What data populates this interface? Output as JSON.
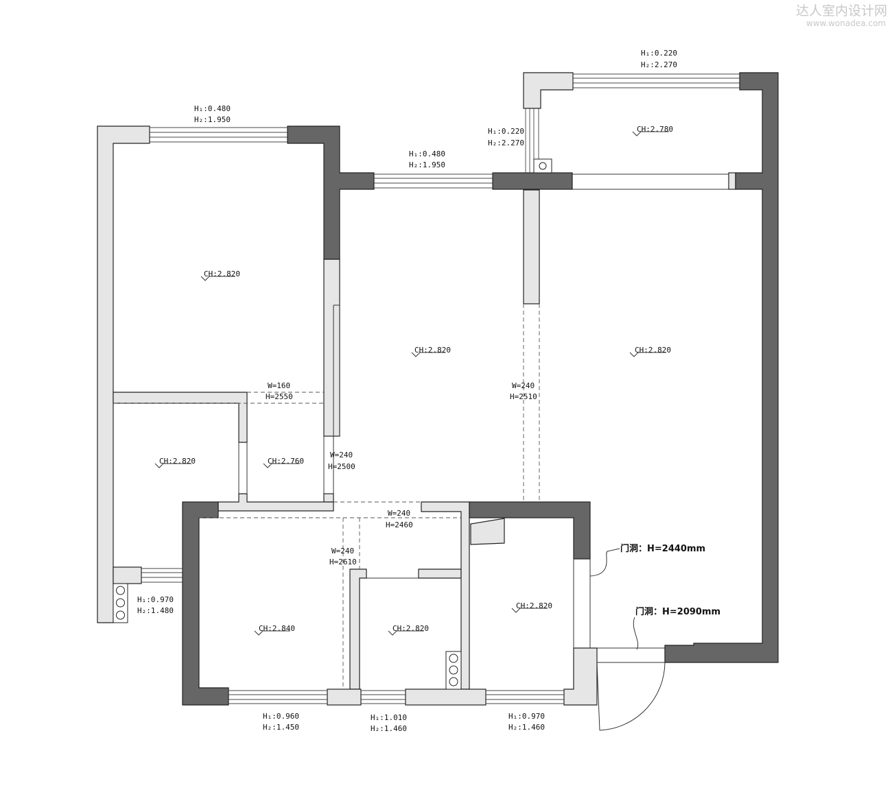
{
  "watermark": {
    "brand": "达人室内设计网",
    "url": "www.wonadea.com"
  },
  "colors": {
    "wall_dark": "#666666",
    "wall_light": "#e6e6e6",
    "line": "#222222"
  },
  "window_labels": [
    {
      "id": "bedroom-top",
      "h1": "H₁:0.480",
      "h2": "H₂:1.950"
    },
    {
      "id": "living-top",
      "h1": "H₁:0.480",
      "h2": "H₂:1.950"
    },
    {
      "id": "balcony-side",
      "h1": "H₁:0.220",
      "h2": "H₂:2.270"
    },
    {
      "id": "balcony-top",
      "h1": "H₁:0.220",
      "h2": "H₂:2.270"
    },
    {
      "id": "left-side",
      "h1": "H₁:0.970",
      "h2": "H₂:1.480"
    },
    {
      "id": "bottom-left",
      "h1": "H₁:0.960",
      "h2": "H₂:1.450"
    },
    {
      "id": "bottom-mid",
      "h1": "H₁:1.010",
      "h2": "H₂:1.460"
    },
    {
      "id": "bottom-right",
      "h1": "H₁:0.970",
      "h2": "H₂:1.460"
    }
  ],
  "ceiling_labels": [
    {
      "id": "balcony",
      "text": "CH:2.780"
    },
    {
      "id": "bedroom-main",
      "text": "CH:2.820"
    },
    {
      "id": "living",
      "text": "CH:2.820"
    },
    {
      "id": "dining",
      "text": "CH:2.820"
    },
    {
      "id": "room-left",
      "text": "CH:2.820"
    },
    {
      "id": "closet",
      "text": "CH:2.760"
    },
    {
      "id": "bedroom-bottom",
      "text": "CH:2.840"
    },
    {
      "id": "bathroom",
      "text": "CH:2.820"
    },
    {
      "id": "kitchen",
      "text": "CH:2.820"
    }
  ],
  "opening_labels": [
    {
      "id": "op-160",
      "w": "W=160",
      "h": "H=2550"
    },
    {
      "id": "op-center",
      "w": "W=240",
      "h": "H=2510"
    },
    {
      "id": "op-2500",
      "w": "W=240",
      "h": "H=2500"
    },
    {
      "id": "op-2460",
      "w": "W=240",
      "h": "H=2460"
    },
    {
      "id": "op-2610",
      "w": "W=240",
      "h": "H=2610"
    }
  ],
  "door_labels": [
    {
      "id": "door-kitchen",
      "text": "门洞：H=2440mm"
    },
    {
      "id": "door-entry",
      "text": "门洞：H=2090mm"
    }
  ]
}
